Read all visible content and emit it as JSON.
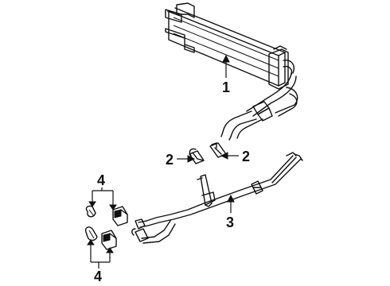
{
  "callouts": {
    "cooler": "1",
    "connector_left": "2",
    "connector_right": "2",
    "lines": "3",
    "clips_top": "4",
    "clips_bottom": "4"
  }
}
